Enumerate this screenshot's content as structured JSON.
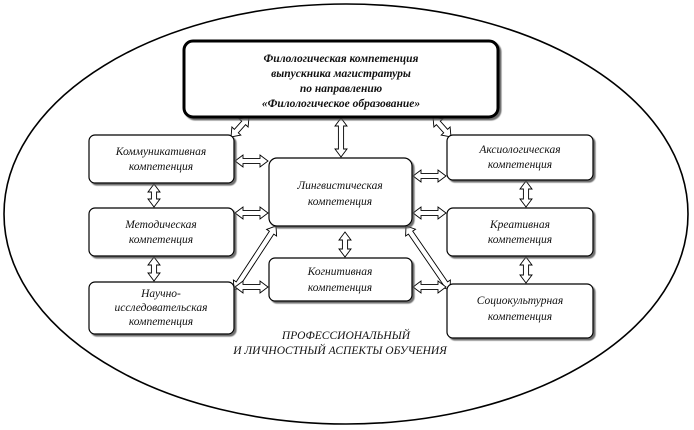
{
  "diagram": {
    "title": {
      "lines": [
        "Филологическая компетенция",
        "выпускника магистратуры",
        "по направлению",
        "«Филологическое образование»"
      ]
    },
    "boxes": {
      "communicative": [
        "Коммуникативная",
        "компетенция"
      ],
      "methodical": [
        "Методическая",
        "компетенция"
      ],
      "research": [
        "Научно-",
        "исследовательская",
        "компетенция"
      ],
      "linguistic": [
        "Лингвистическая",
        "компетенция"
      ],
      "cognitive": [
        "Когнитивная",
        "компетенция"
      ],
      "axiological": [
        "Аксиологическая",
        "компетенция"
      ],
      "creative": [
        "Креативная",
        "компетенция"
      ],
      "sociocultural": [
        "Социокультурная",
        "компетенция"
      ]
    },
    "aspect_label": [
      "ПРОФЕССИОНАЛЬНЫЙ",
      "И ЛИЧНОСТНЫЙ АСПЕКТЫ ОБУЧЕНИЯ"
    ]
  }
}
